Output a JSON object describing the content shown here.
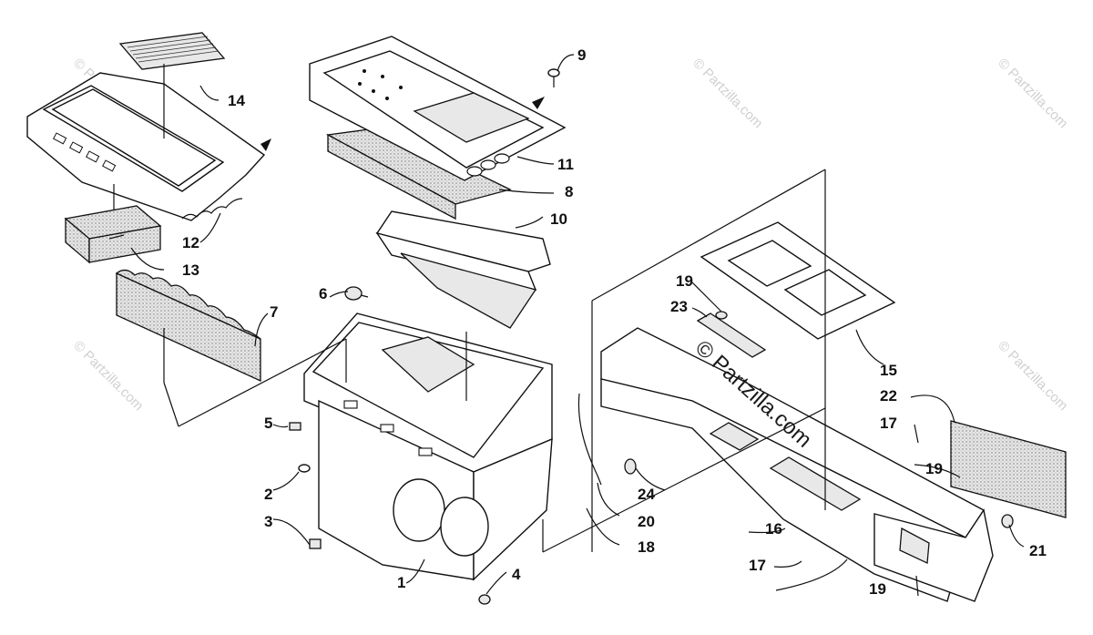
{
  "watermark": {
    "small_text": "© Partzilla.com",
    "large_text": "© Partzilla.com"
  },
  "callouts": [
    "1",
    "2",
    "3",
    "4",
    "5",
    "6",
    "7",
    "8",
    "9",
    "10",
    "11",
    "12",
    "13",
    "14",
    "15",
    "16",
    "17",
    "17",
    "18",
    "19",
    "19",
    "19",
    "20",
    "21",
    "22",
    "23",
    "24"
  ],
  "colors": {
    "ink": "#111111",
    "foam": "#d9d9d9",
    "watermark": "#d0d0d0"
  }
}
